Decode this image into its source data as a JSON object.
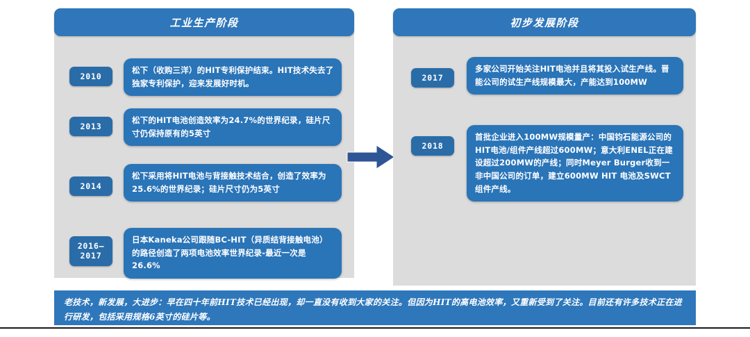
{
  "slide": {
    "background_color": "#ffffff",
    "accent_color": "#2a74b8",
    "panel_background_color": "#dcdcdc",
    "header_color": "#2f76ba",
    "banner_color": "#2e77bb",
    "year_chip_color": "#2a6ca8"
  },
  "panels": [
    {
      "id": "industrial-production-stage",
      "title": "工业生产阶段",
      "rows": [
        {
          "year": "2010",
          "text": "松下（收购三洋）的HIT专利保护结束。HIT技术失去了独家专利保护，迎来发展好时机。"
        },
        {
          "year": "2013",
          "text": "松下的HIT电池创造效率为24.7%的世界纪录，硅片尺寸仍保持原有的5英寸"
        },
        {
          "year": "2014",
          "text": "松下采用将HIT电池与背接触技术结合，创造了效率为25.6%的世界纪录；硅片尺寸仍为5英寸"
        },
        {
          "year": "2016–\n2017",
          "text": "日本Kaneka公司跟随BC-HIT（异质结背接触电池）的路径创造了两项电池效率世界纪录-最近一次是26.6%"
        }
      ]
    },
    {
      "id": "initial-development-stage",
      "title": "初步发展阶段",
      "rows": [
        {
          "year": "2017",
          "text": "多家公司开始关注HIT电池并且将其投入试生产线。晋能公司的试生产线规模最大，产能达到100MW"
        },
        {
          "year": "2018",
          "text": "首批企业进入100MW规模量产：中国钧石能源公司的HIT电池/组件产线超过600MW；意大利ENEL正在建设超过200MW的产线；同时Meyer Burger收到一非中国公司的订单，建立600MW HIT 电池及SWCT组件产线。"
        }
      ]
    }
  ],
  "arrow": {
    "icon": "right-arrow-icon",
    "color": "#2e5596"
  },
  "banner": {
    "text": "老技术，新发展，大进步：早在四十年前HIT技术已经出现，却一直没有收到大家的关注。但因为HIT的高电池效率，又重新受到了关注。目前还有许多技术正在进行研发，包括采用规格6英寸的硅片等。"
  },
  "watermark": {
    "text": ""
  }
}
